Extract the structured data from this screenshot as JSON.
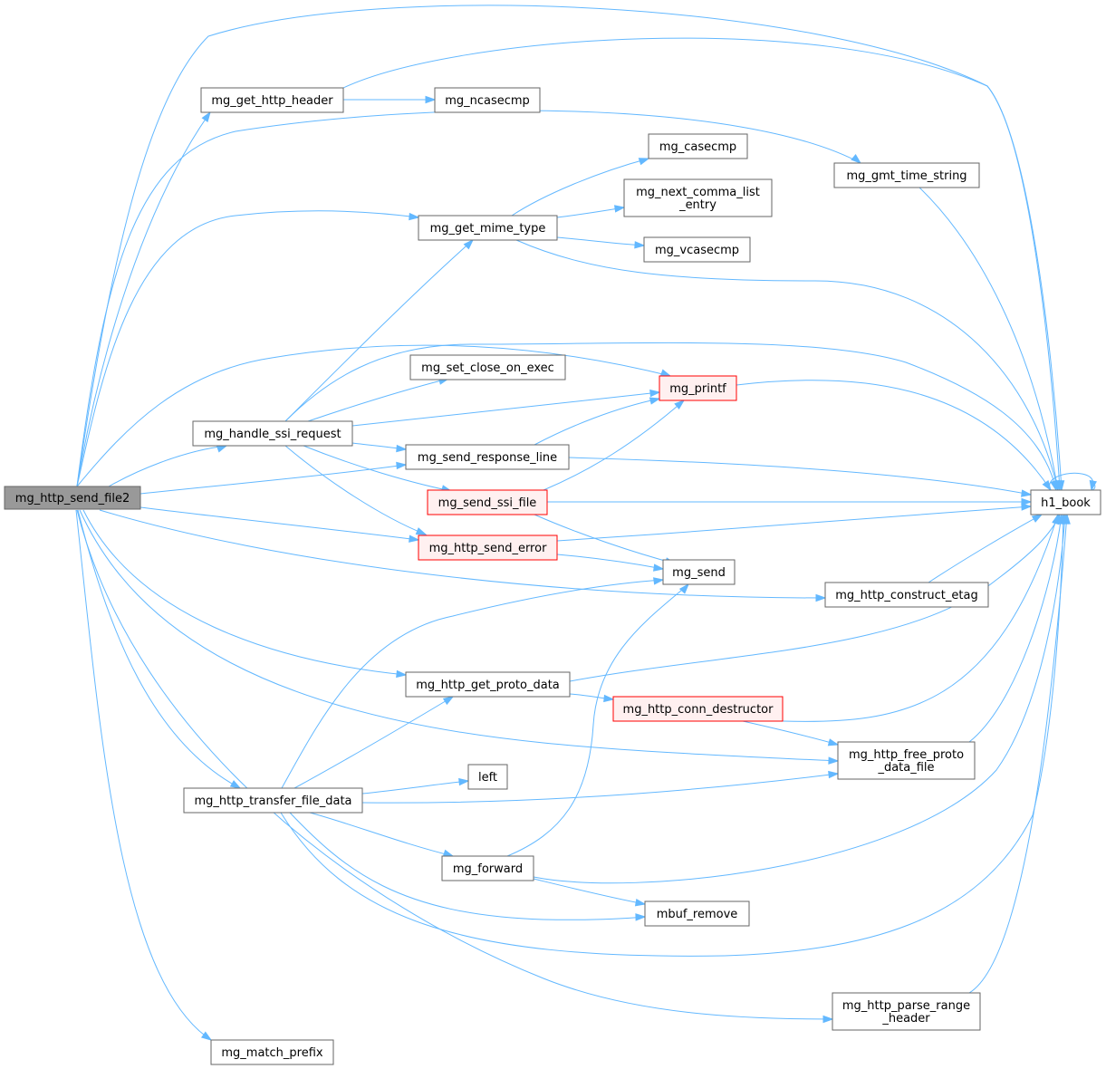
{
  "colors": {
    "edge": "#63b8ff",
    "node_fill": "#ffffff",
    "node_border": "#666666",
    "focus_fill": "#999999",
    "focus_border": "#666666",
    "truncated_fill": "#fff0f0",
    "truncated_border": "#ff0000"
  },
  "nodes": {
    "send_file2": {
      "lines": [
        "mg_http_send_file2"
      ],
      "style": "focus"
    },
    "get_http_header": {
      "lines": [
        "mg_get_http_header"
      ],
      "style": "normal"
    },
    "ncasecmp": {
      "lines": [
        "mg_ncasecmp"
      ],
      "style": "normal"
    },
    "casecmp": {
      "lines": [
        "mg_casecmp"
      ],
      "style": "normal"
    },
    "next_comma": {
      "lines": [
        "mg_next_comma_list",
        "_entry"
      ],
      "style": "normal"
    },
    "vcasecmp": {
      "lines": [
        "mg_vcasecmp"
      ],
      "style": "normal"
    },
    "gmt_time": {
      "lines": [
        "mg_gmt_time_string"
      ],
      "style": "normal"
    },
    "get_mime": {
      "lines": [
        "mg_get_mime_type"
      ],
      "style": "normal"
    },
    "set_close": {
      "lines": [
        "mg_set_close_on_exec"
      ],
      "style": "normal"
    },
    "printf": {
      "lines": [
        "mg_printf"
      ],
      "style": "truncated"
    },
    "ssi_request": {
      "lines": [
        "mg_handle_ssi_request"
      ],
      "style": "normal"
    },
    "response_line": {
      "lines": [
        "mg_send_response_line"
      ],
      "style": "normal"
    },
    "ssi_file": {
      "lines": [
        "mg_send_ssi_file"
      ],
      "style": "truncated"
    },
    "h1_book": {
      "lines": [
        "h1_book"
      ],
      "style": "normal"
    },
    "send_error": {
      "lines": [
        "mg_http_send_error"
      ],
      "style": "truncated"
    },
    "send": {
      "lines": [
        "mg_send"
      ],
      "style": "normal"
    },
    "etag": {
      "lines": [
        "mg_http_construct_etag"
      ],
      "style": "normal"
    },
    "proto_data": {
      "lines": [
        "mg_http_get_proto_data"
      ],
      "style": "normal"
    },
    "conn_destructor": {
      "lines": [
        "mg_http_conn_destructor"
      ],
      "style": "truncated"
    },
    "free_proto": {
      "lines": [
        "mg_http_free_proto",
        "_data_file"
      ],
      "style": "normal"
    },
    "left": {
      "lines": [
        "left"
      ],
      "style": "normal"
    },
    "transfer": {
      "lines": [
        "mg_http_transfer_file_data"
      ],
      "style": "normal"
    },
    "forward": {
      "lines": [
        "mg_forward"
      ],
      "style": "normal"
    },
    "mbuf_remove": {
      "lines": [
        "mbuf_remove"
      ],
      "style": "normal"
    },
    "parse_range": {
      "lines": [
        "mg_http_parse_range",
        "_header"
      ],
      "style": "normal"
    },
    "match_prefix": {
      "lines": [
        "mg_match_prefix"
      ],
      "style": "normal"
    }
  },
  "edges": [
    [
      "send_file2",
      "get_http_header"
    ],
    [
      "send_file2",
      "h1_book"
    ],
    [
      "send_file2",
      "gmt_time"
    ],
    [
      "send_file2",
      "get_mime"
    ],
    [
      "send_file2",
      "printf"
    ],
    [
      "send_file2",
      "ssi_request"
    ],
    [
      "send_file2",
      "response_line"
    ],
    [
      "send_file2",
      "send_error"
    ],
    [
      "send_file2",
      "etag"
    ],
    [
      "send_file2",
      "proto_data"
    ],
    [
      "send_file2",
      "free_proto"
    ],
    [
      "send_file2",
      "transfer"
    ],
    [
      "send_file2",
      "parse_range"
    ],
    [
      "send_file2",
      "match_prefix"
    ],
    [
      "get_http_header",
      "ncasecmp"
    ],
    [
      "get_http_header",
      "h1_book"
    ],
    [
      "gmt_time",
      "h1_book"
    ],
    [
      "get_mime",
      "casecmp"
    ],
    [
      "get_mime",
      "next_comma"
    ],
    [
      "get_mime",
      "vcasecmp"
    ],
    [
      "get_mime",
      "h1_book"
    ],
    [
      "ssi_request",
      "get_mime"
    ],
    [
      "ssi_request",
      "h1_book"
    ],
    [
      "ssi_request",
      "set_close"
    ],
    [
      "ssi_request",
      "printf"
    ],
    [
      "ssi_request",
      "response_line"
    ],
    [
      "ssi_request",
      "ssi_file"
    ],
    [
      "ssi_request",
      "send_error"
    ],
    [
      "printf",
      "h1_book"
    ],
    [
      "response_line",
      "printf"
    ],
    [
      "response_line",
      "h1_book"
    ],
    [
      "ssi_file",
      "printf"
    ],
    [
      "ssi_file",
      "h1_book"
    ],
    [
      "ssi_file",
      "send"
    ],
    [
      "send_error",
      "h1_book"
    ],
    [
      "send_error",
      "send"
    ],
    [
      "etag",
      "h1_book"
    ],
    [
      "proto_data",
      "h1_book"
    ],
    [
      "proto_data",
      "conn_destructor"
    ],
    [
      "conn_destructor",
      "h1_book"
    ],
    [
      "conn_destructor",
      "free_proto"
    ],
    [
      "free_proto",
      "h1_book"
    ],
    [
      "transfer",
      "send"
    ],
    [
      "transfer",
      "proto_data"
    ],
    [
      "transfer",
      "left"
    ],
    [
      "transfer",
      "free_proto"
    ],
    [
      "transfer",
      "forward"
    ],
    [
      "transfer",
      "mbuf_remove"
    ],
    [
      "transfer",
      "h1_book"
    ],
    [
      "forward",
      "send"
    ],
    [
      "forward",
      "h1_book"
    ],
    [
      "forward",
      "mbuf_remove"
    ],
    [
      "parse_range",
      "h1_book"
    ],
    [
      "h1_book",
      "h1_book"
    ]
  ]
}
